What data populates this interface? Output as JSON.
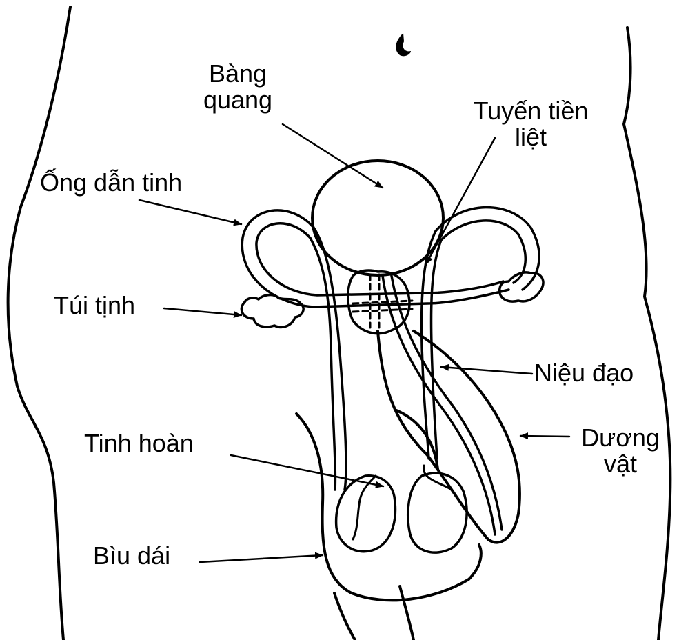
{
  "labels": {
    "bladder": [
      "Bàng",
      "quang"
    ],
    "prostate": [
      "Tuyến tiền",
      "liệt"
    ],
    "vas_deferens": "Ống dẫn tinh",
    "seminal_vesicle": "Túi tịnh",
    "urethra": "Niệu đạo",
    "penis": [
      "Dương",
      "vật"
    ],
    "testis": "Tinh hoàn",
    "scrotum": "Bìu dái"
  },
  "colors": {
    "ink": "#000000",
    "background": "#ffffff"
  }
}
